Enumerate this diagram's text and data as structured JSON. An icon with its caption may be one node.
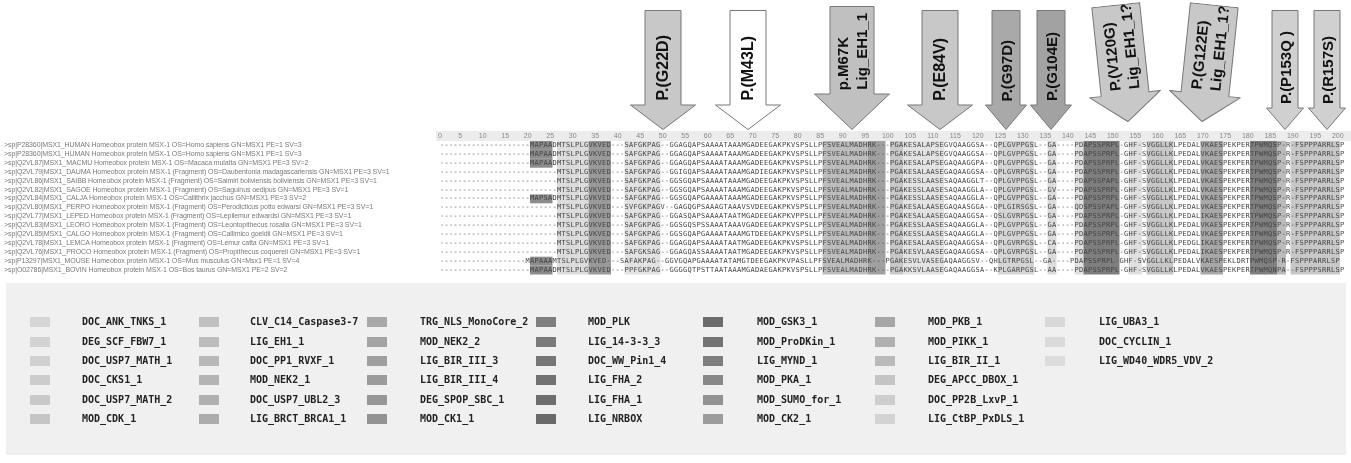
{
  "diagram": {
    "nodes": [
      {
        "text": [
          "P.(G22D)"
        ]
      },
      {
        "text": [
          "P.(M43L)"
        ]
      },
      {
        "text": [
          "p.M67K",
          "Lig_EH1_1"
        ]
      },
      {
        "text": [
          "P.(E84V)"
        ]
      },
      {
        "text": [
          "P.(G97D)"
        ]
      },
      {
        "text": [
          "P.(G104E)"
        ]
      },
      {
        "text": [
          "P.(V120G)",
          "Lig_EH1_1?"
        ]
      },
      {
        "text": [
          "P.(G122E)",
          "Lig_EH1_1?"
        ]
      },
      {
        "text": [
          "P.(P153Q )"
        ]
      },
      {
        "text": [
          "P.(R157S)"
        ]
      }
    ],
    "labels": [
      "0",
      "5",
      "10",
      "15",
      "20",
      "25",
      "30",
      "35",
      "40",
      "45",
      "50",
      "55",
      "60",
      "65",
      "70",
      "75",
      "80",
      "85",
      "90",
      "95",
      "100",
      "105",
      "110",
      "115",
      "120",
      "125",
      "130",
      "135",
      "140",
      "145",
      "150",
      "155",
      "160",
      "165",
      "170",
      "175",
      "180",
      "185",
      "190",
      "195",
      "200",
      ">sp|P28360|MSX1_HUMAN Homeobox protein MSX-1 OS=Homo sapiens GN=MSX1 PE=1 SV=3",
      "--------------------MAPAADMTSLPLGVKVED---SAFGKPAG--GGAGQAPSAAAATAAAMGADEEGAKPKVSPSLLPFSVEALMADHRK---PGAKESALAPSEGVQAAGGSA--QPLGVPPGSL--GA----PDAPSSPRPL-GHF-SVGGLLKLPEDALVKAESPEKPERTPWMQSP-R-FSPPPARRLSP",
      ">sp|P28360|MSX1_HUMAN Homeobox protein MSX-1 OS=Homo sapiens GN=MSX1 PE=1 SV=3",
      "--------------------MAPAADMTSLPLGVKVED---SAFGKPAG--GGAGQAPSAAAATAAAMGADEEGAKPKVSPSLLPFSVEALMADHRK---PGAKESALAPSEGVQAAGGSA--QPLGVPPGSL--GA----PDAPSSPRPL-GHF-SVGGLLKLPEDALVKAESPEKPERTPWMQSP-R-FSPPPARRLSP",
      ">sp|Q2VL87|MSX1_MACMU Homeobox protein MSX-1 OS=Macaca mulatta GN=MSX1 PE=3 SV=2",
      "--------------------MAPAADMTSLPLGVKVED---SAFGKPAG--GGAGQAPSAAAATAAAMGADEEGAKPKVSPSLLPFSVEALMADHRK---PGAKESALAPSEGAQAAGGPA--QPLGVPPGSL--GA----PDAPSSPRPL-GHF-SVGGLLKLPEDALVKAESPEKPERTPWMQSP-R-FSPPPARRLSP",
      ">sp|Q2VL79|MSX1_DAUMA Homeobox protein MSX-1 (Fragment) OS=Daubentonia madagascariensis GN=MSX1 PE=3 SV=1",
      "--------------------------MTSLPLGVKVED---SAFGKPAG--GGIGQAPSAAAATAAAMGADIEGAKPKVSPSLLPFSVEALMADHRK---PGAKESALAASEGAQAAGGSA--QPLGVRPGSL--GA----PDAPSSPRPL-GHF-SVGGLLKLPEDALVKAESPEKPERTPWMQSP-R-FSPPPARRLSP",
      ">sp|Q2VL86|MSX1_SAIBB Homeobox protein MSX-1 (Fragment) OS=Saimiri boliviensis boliviensis GN=MSX1 PE=3 SV=1",
      "--------------------------MTSLPLGVKVED---SAFGKPAG--GGSGQAPSAAAATAAAMGADEEGAKPKVSPSLLPFSVEALMADHRK---PGAKESSLAASESAQAAGGLT--QPLGVPPGSL--GA----PDAPSSPAPL-GHF-SVGGLLKLPEDALVKAESPEKPERTPWMQSP-R-FSPPPARRLSP",
      ">sp|Q2VL82|MSX1_SAGOE Homeobox protein MSX-1 (Fragment) OS=Saguinus oedipus GN=MSX1 PE=3 SV=1",
      "--------------------------MTSLPLGVKVED---SAFGKPAG--GGSGQAPSAAAATAAAMGADEEGAKPKVSPSLLPFSVEALMADHRK---PGAKESSLAASESAQAAGGLA--QPLGVPPGSL--GV----PDAPSSPRPL-GHF-SVGGLLKLPEDALVKAESPEKPERTPWMQSP-R-FSPPPARRLSP",
      ">sp|Q2VL84|MSX1_CALJA Homeobox protein MSX-1 OS=Callithrix jacchus GN=MSX1 PE=3 SV=2",
      "--------------------MAPSADMTSLPLGVKVED---SAFGKPAG--GGSGQAPGAAAATAAAMGADEEGAKPKVSPSLLPFSVEALMADHRK---PGAKESSLAASESAQAAGGLA--QPLGVPPGSL--GA----PDAPSSPRPL-GHF-SVGGLLKLPEDALVKAESPEKPERTPWMQSP-R-FSPPPARRLSP",
      ">sp|Q2VL80|MSX1_PERPO Homeobox protein MSX-1 (Fragment) OS=Perodicticus potto edwarsi GN=MSX1 PE=3 SV=1",
      "--------------------------MTSLPLGVKVED---SVFGKPAGV--GAGQGPSAAAGTAAAVSVDEEGAKPKVSPSLLPFSVEALMADHRK---PGAKESALAASEGAQAASGGA--QPLGIRSGSL--GA----QDSPSSPAPL-GHF-SVGGLLKLPEDALVKAESPEKPERTPWMQSP-R-FSPPPARRLSP",
      ">sp|Q2VL77|MSX1_LEPED Homeobox protein MSX-1 (Fragment) OS=Lepilemur edwardsi GN=MSX1 PE=3 SV=1",
      "--------------------------MTSLPLGVKVED---SAFGKPAG--GGASQAPSAAAATAATMGADEEGAKPKVPPSLLPFSVEALMADHRK---PGAKESALAASEGAQAAGGSA--QSLGVRPGSL--GA----PDAPSSPRPL-GHF-SVGGLLKLPEDALIKAESPEKPERTPWMQSP-R-FSPPPARRLSP",
      ">sp|Q2VL83|MSX1_LEORO Homeobox protein MSX-1 (Fragment) OS=Leontopithecus rosalia GN=MSX1 PE=3 SV=1",
      "--------------------------MTSLPLGVKVED---SAFGKPAG--GGSGQSPSSAAATAAAVGADEEGAKPKVSPSLLPFSVEALMADHRK---PGAKESSLAASESAQAAGGLA--QPLGVPPGSL--GA----PDAPSSPRPL-GHF-SVGGLLKLPEDALVKAESPEKPERTPWMQSP-R-FSPPPARRLSP",
      ">sp|Q2VL85|MSX1_CALGO Homeobox protein MSX-1 (Fragment) OS=Callimico goeldii GN=MSX1 PE=3 SV=1",
      "--------------------------MTSLPLGVKVED---SAFGKPAG--GGSGQAPGAAAATAAAMGTDEEGAKPKVSPSLLPFSVEALMADHRK---PGAKESSLAASESAQAAGGLA--QPLGVPPGSL--GA----PDAPSSPRPL-GHF-SVGGLLKLPEDALVKAESPEKPERTPWMQSP-R-FSPPPARRLSP",
      ">sp|Q2VL78|MSX1_LEMCA Homeobox protein MSX-1 (Fragment) OS=Lemur catta GN=MSX1 PE=3 SV=1",
      "--------------------------MTSLPLGVKVED---SAFGKPAG--GGAGQAPSAAAATAATMGADEEGAKPKVSPSLLPFSVEALMADHRK---PGAKESALAASEGAQAAGGSA--QPLGVRPGSL--CA----PDAPSSPRPL-GHF-SVGGLLKLPEDGLIKAESPEKPERTPWMQSP-R-FSPPPARRLSP",
      ">sp|Q2VL76|MSX1_PROCO Homeobox protein MSX-1 (Fragment) OS=Propithecus coquereli GN=MSX1 PE=3 SV=1",
      "--------------------------MTSLPLGVKVED---SAFGKSAG--GGAGQASSAAAATAATMGADEEGAKPKVSPSLLPFSVEALMADHRK---PGAKESVLAASEGAQAAGGSA--QPLGVRPGSL--GA----PDAPSSPRPL-GHF-SVGGLLKLPEDALIKAESPEKPERTPWMQSP-R-FSPPPARRLSP",
      ">sp|P13297|MSX1_MOUSE Homeobox protein MSX-1 OS=Mus musculus GN=Msx1 PE=1 SV=4",
      "-------------------MAPAAAMTSLPLGVKVED---SAFAKPAG--GGVGQAPGAAAATATAMGTDEEGAKPKVPASLLPFSVEALMADHRK---PGAKESVLVASEGAQAAGGSV--QHLGTRPGSL--GA----PDAPSSPRPL-GHF-SVGGLLKLPEDALVKAESPEKLDRTPWMQSP-R-FSPPPARRLSP",
      ">sp|O02786|MSX1_BOVIN Homeobox protein MSX-1 OS=Bos taurus GN=MSX1 PE=2 SV=2",
      "--------------------MAPAADMTSLPLGVKVED---PPFGKPAG--GGGGQTPSTTAATAAAMGADAEGAKPKVSPSLLPFSVEALMADHRK---PGAKKSVLAASEGAQAAGGSA--KPLGARPGSL--AA----PDAPSSPRPL-GHF-SVGGLLKLPEDALVKAESPEKPERTPWMQNPA--FSPPPSRRLSP"
    ],
    "legend": [
      {
        "text": "DOC_ANK_TNKS_1",
        "color": "#d6d6d6"
      },
      {
        "text": "DEG_SCF_FBW7_1",
        "color": "#d3d3d3"
      },
      {
        "text": "DOC_USP7_MATH_1",
        "color": "#d0d0d0"
      },
      {
        "text": "DOC_CKS1_1",
        "color": "#cccccc"
      },
      {
        "text": "DOC_USP7_MATH_2",
        "color": "#c9c9c9"
      },
      {
        "text": "MOD_CDK_1",
        "color": "#c5c5c5"
      },
      {
        "text": "CLV_C14_Caspase3-7",
        "color": "#c0c0c0"
      },
      {
        "text": "LIG_EH1_1",
        "color": "#bcbcbc"
      },
      {
        "text": "DOC_PP1_RVXF_1",
        "color": "#b8b8b8"
      },
      {
        "text": "MOD_NEK2_1",
        "color": "#b4b4b4"
      },
      {
        "text": "DOC_USP7_UBL2_3",
        "color": "#b0b0b0"
      },
      {
        "text": "LIG_BRCT_BRCA1_1",
        "color": "#acacac"
      },
      {
        "text": "TRG_NLS_MonoCore_2",
        "color": "#a8a8a8"
      },
      {
        "text": "MOD_NEK2_2",
        "color": "#a3a3a3"
      },
      {
        "text": "LIG_BIR_III_3",
        "color": "#9f9f9f"
      },
      {
        "text": "LIG_BIR_III_4",
        "color": "#9b9b9b"
      },
      {
        "text": "DEG_SPOP_SBC_1",
        "color": "#979797"
      },
      {
        "text": "MOD_CK1_1",
        "color": "#939393"
      },
      {
        "text": "MOD_PLK",
        "color": "#7f7f7f"
      },
      {
        "text": "LIG_14-3-3_3",
        "color": "#7a7a7a"
      },
      {
        "text": "DOC_WW_Pin1_4",
        "color": "#767676"
      },
      {
        "text": "LIG_FHA_2",
        "color": "#727272"
      },
      {
        "text": "LIG_FHA_1",
        "color": "#6e6e6e"
      },
      {
        "text": "LIG_NRBOX",
        "color": "#6a6a6a"
      },
      {
        "text": "MOD_GSK3_1",
        "color": "#6c6c6c"
      },
      {
        "text": "MOD_ProDKin_1",
        "color": "#737373"
      },
      {
        "text": "LIG_MYND_1",
        "color": "#7e7e7e"
      },
      {
        "text": "MOD_PKA_1",
        "color": "#888888"
      },
      {
        "text": "MOD_SUMO_for_1",
        "color": "#929292"
      },
      {
        "text": "MOD_CK2_1",
        "color": "#9c9c9c"
      },
      {
        "text": "MOD_PKB_1",
        "color": "#a6a6a6"
      },
      {
        "text": "MOD_PIKK_1",
        "color": "#b0b0b0"
      },
      {
        "text": "LIG_BIR_II_1",
        "color": "#bababa"
      },
      {
        "text": "DEG_APCC_DBOX_1",
        "color": "#c4c4c4"
      },
      {
        "text": "DOC_PP2B_LxvP_1",
        "color": "#cecece"
      },
      {
        "text": "LIG_CtBP_PxDLS_1",
        "color": "#d3d3d3"
      },
      {
        "text": "LIG_UBA3_1",
        "color": "#d8d8d8"
      },
      {
        "text": "DOC_CYCLIN_1",
        "color": "#dadada"
      },
      {
        "text": "LIG_WD40_WDR5_VDV_2",
        "color": "#dcdcdc"
      }
    ]
  }
}
